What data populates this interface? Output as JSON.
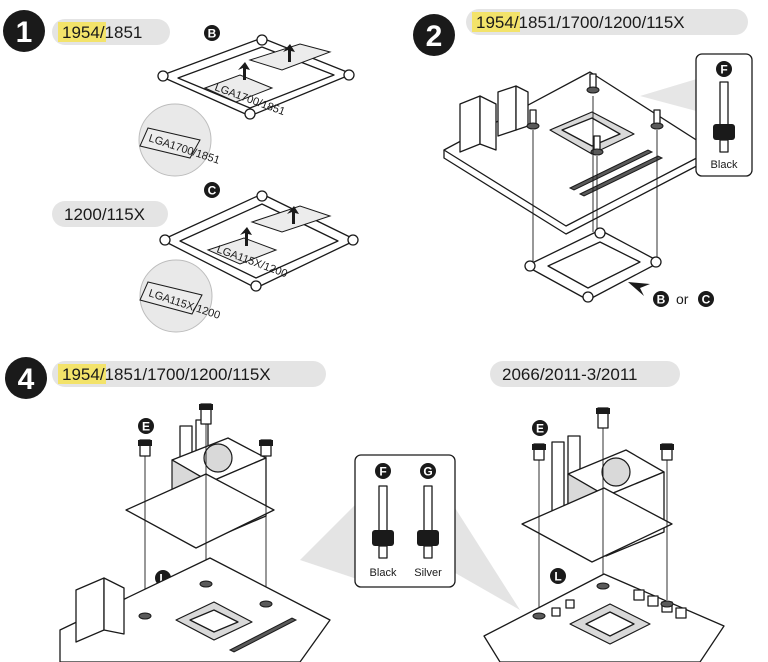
{
  "steps": {
    "step1": {
      "number": "1",
      "label_highlight": "1954",
      "label_rest": "/1851"
    },
    "step1_alt": {
      "label": "1200/115X"
    },
    "step2": {
      "number": "2",
      "label_highlight": "1954",
      "label_rest": "/1851/1700/1200/115X"
    },
    "step4": {
      "number": "4",
      "label_highlight": "1954",
      "label_rest": "/1851/1700/1200/115X"
    },
    "step4_alt": {
      "label": "2066/2011-3/2011"
    }
  },
  "parts": {
    "b": "B",
    "c": "C",
    "e": "E",
    "f": "F",
    "g": "G",
    "l": "L"
  },
  "bracket_labels": {
    "b_lga": "LGA1700/1851",
    "c_lga": "LGA115X/1200"
  },
  "callouts": {
    "step2_screw_color": "Black",
    "or_text": "or",
    "step4_black": "Black",
    "step4_silver": "Silver"
  },
  "colors": {
    "highlight": "#f3e36a",
    "pill": "#e4e4e4",
    "ink": "#1a1a1a"
  }
}
